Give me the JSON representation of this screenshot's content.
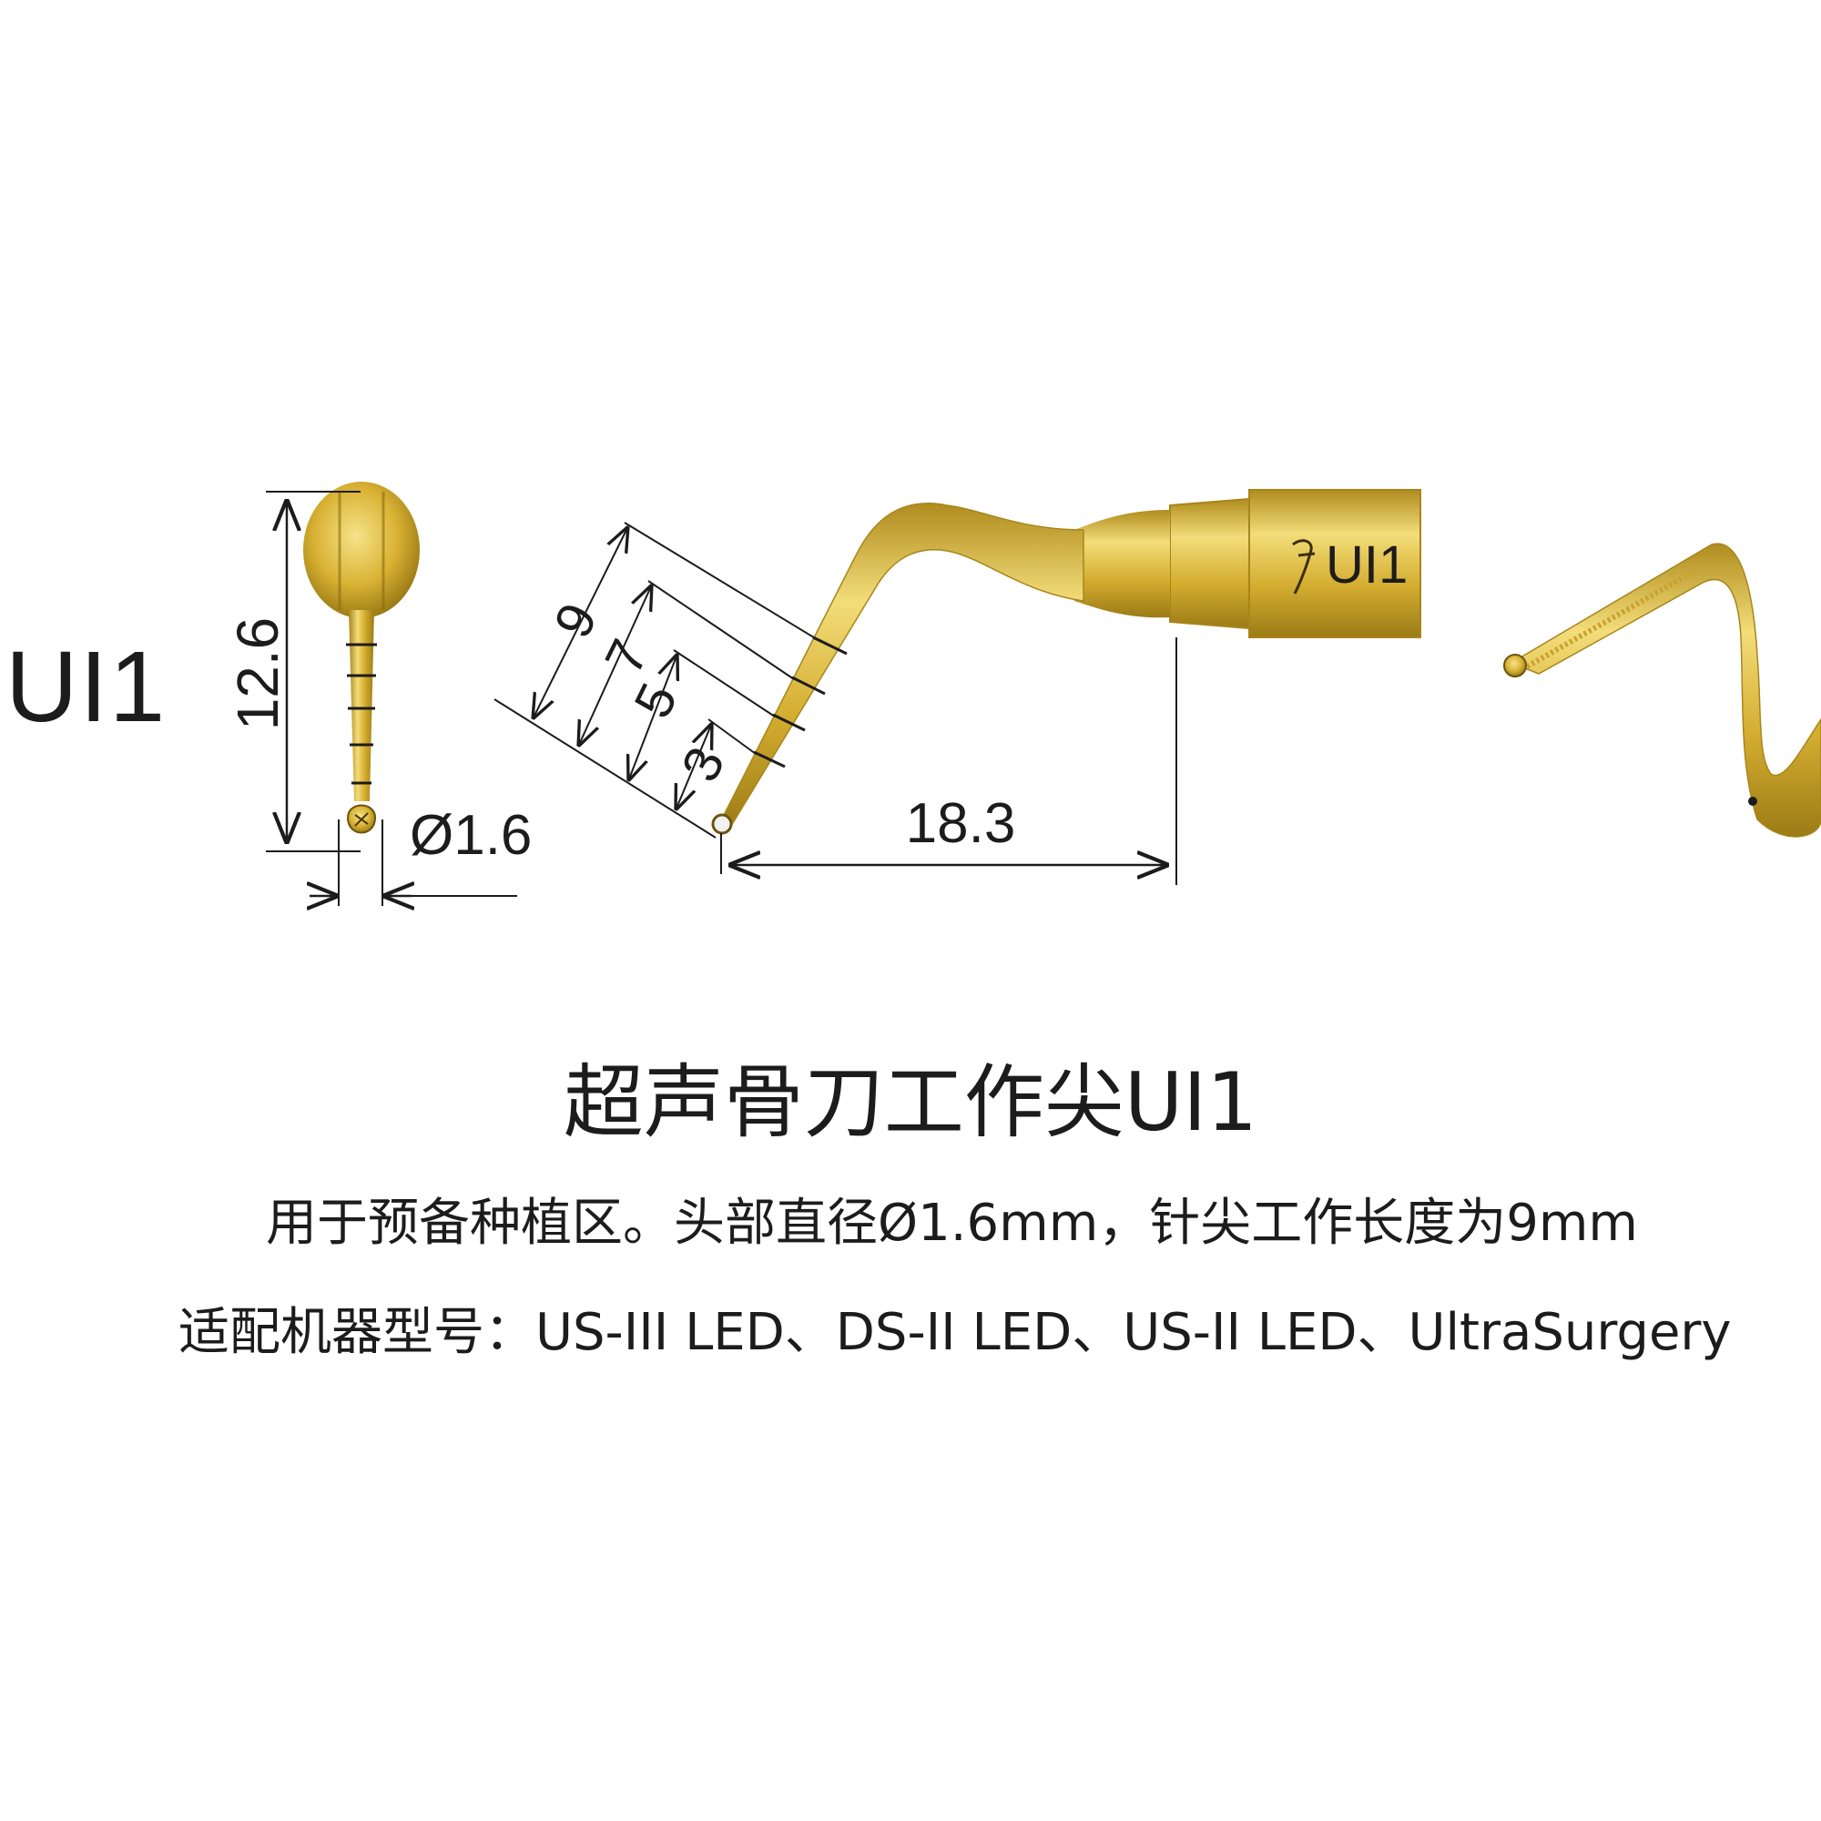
{
  "model": {
    "name": "UI1"
  },
  "dimensions": {
    "height": "12.6",
    "diameter": "Ø1.6",
    "length": "18.3",
    "marks": [
      "9",
      "7",
      "5",
      "3"
    ]
  },
  "engraving": "UI1",
  "product": {
    "title": "超声骨刀工作尖UI1",
    "description": "用于预备种植区。头部直径Ø1.6mm，针尖工作长度为9mm",
    "compatibility": "适配机器型号：US-III LED、DS-II LED、US-II LED、UltraSurgery"
  },
  "colors": {
    "gold": "#d9b233",
    "gold_light": "#f3dd7a",
    "gold_dark": "#a8851a",
    "line": "#1c1c1c"
  }
}
